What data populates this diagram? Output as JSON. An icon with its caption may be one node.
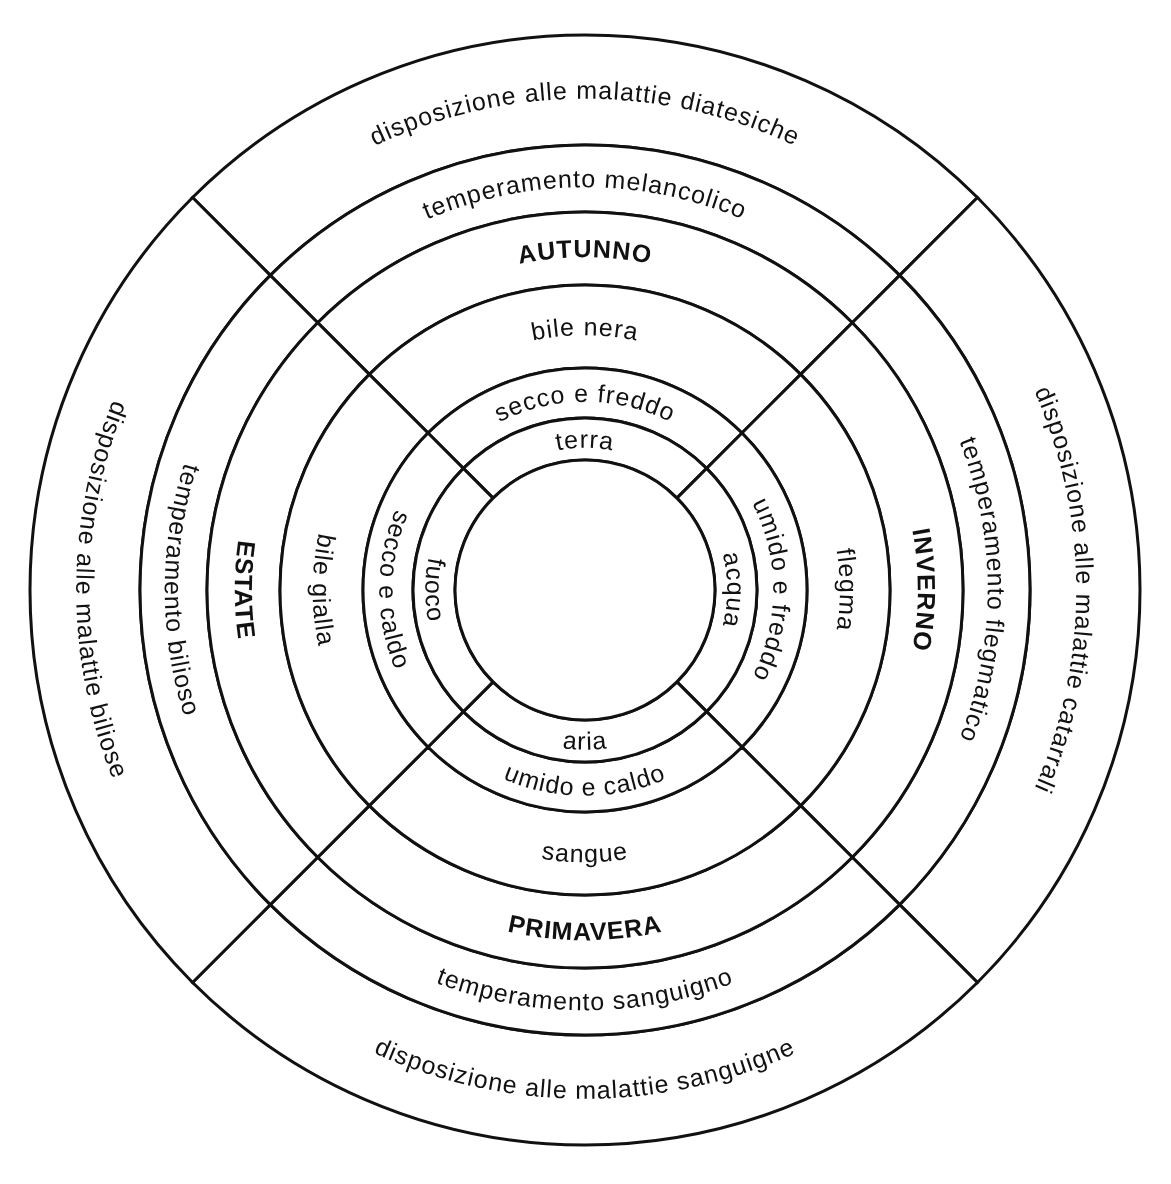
{
  "diagram": {
    "nodes": [
      {
        "text": [
          "disposizione alle malattie diatesiche"
        ]
      },
      {
        "text": [
          "disposizione alle malattie catarrali"
        ]
      },
      {
        "text": [
          "disposizione alle malattie sanguigne"
        ]
      },
      {
        "text": [
          "disposizione alle malattie biliose"
        ]
      },
      {
        "text": [
          "temperamento melancolico"
        ]
      },
      {
        "text": [
          "temperamento flegmatico"
        ]
      },
      {
        "text": [
          "temperamento sanguigno"
        ]
      },
      {
        "text": [
          "temperamento bilioso"
        ]
      },
      {
        "text": [
          "AUTUNNO"
        ]
      },
      {
        "text": [
          "INVERNO"
        ]
      },
      {
        "text": [
          "PRIMAVERA"
        ]
      },
      {
        "text": [
          "ESTATE"
        ]
      },
      {
        "text": [
          "bile nera"
        ]
      },
      {
        "text": [
          "flegma"
        ]
      },
      {
        "text": [
          "sangue"
        ]
      },
      {
        "text": [
          "bile gialla"
        ]
      },
      {
        "text": [
          "secco e freddo"
        ]
      },
      {
        "text": [
          "umido e freddo"
        ]
      },
      {
        "text": [
          "umido e caldo"
        ]
      },
      {
        "text": [
          "secco e caldo"
        ]
      },
      {
        "text": [
          "terra"
        ]
      },
      {
        "text": [
          "acqua"
        ]
      },
      {
        "text": [
          "aria"
        ]
      },
      {
        "text": [
          "fuoco"
        ]
      },
      {
        "text": [],
        "shape": "circle"
      }
    ]
  }
}
